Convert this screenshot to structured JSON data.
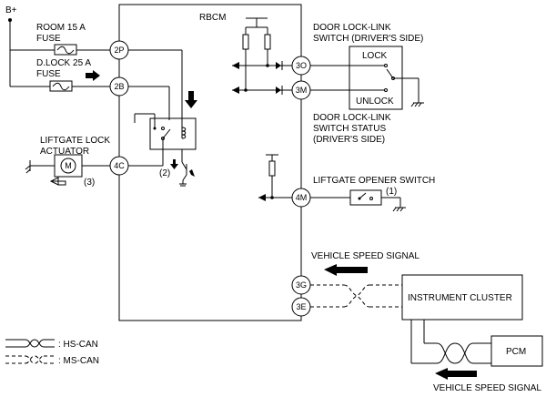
{
  "colors": {
    "line": "#000000",
    "background": "#ffffff"
  },
  "supply": {
    "label": "B+"
  },
  "module": {
    "label": "RBCM"
  },
  "fuses": {
    "room": {
      "line1": "ROOM 15 A",
      "line2": "FUSE"
    },
    "dlock": {
      "line1": "D.LOCK 25 A",
      "line2": "FUSE"
    }
  },
  "pins": {
    "p2P": "2P",
    "p2B": "2B",
    "p4C": "4C",
    "p3O": "3O",
    "p3M": "3M",
    "p4M": "4M",
    "p3G": "3G",
    "p3E": "3E"
  },
  "actuator": {
    "line1": "LIFTGATE LOCK",
    "line2": "ACTUATOR",
    "symbol": "M"
  },
  "door_switch": {
    "title_line1": "DOOR LOCK-LINK",
    "title_line2": "SWITCH (DRIVER'S SIDE)",
    "lock_label": "LOCK",
    "unlock_label": "UNLOCK",
    "status_line1": "DOOR  LOCK-LINK",
    "status_line2": "SWITCH STATUS",
    "status_line3": "(DRIVER'S SIDE)"
  },
  "liftgate_opener": {
    "label": "LIFTGATE OPENER SWITCH"
  },
  "steps": {
    "step1": "(1)",
    "step2": "(2)",
    "step3": "(3)"
  },
  "signals": {
    "speed_in": "VEHICLE SPEED SIGNAL",
    "speed_out": "VEHICLE SPEED SIGNAL"
  },
  "instrument_cluster": {
    "label": "INSTRUMENT CLUSTER"
  },
  "pcm": {
    "label": "PCM"
  },
  "legend": {
    "hs_can": ": HS-CAN",
    "ms_can": ": MS-CAN"
  }
}
